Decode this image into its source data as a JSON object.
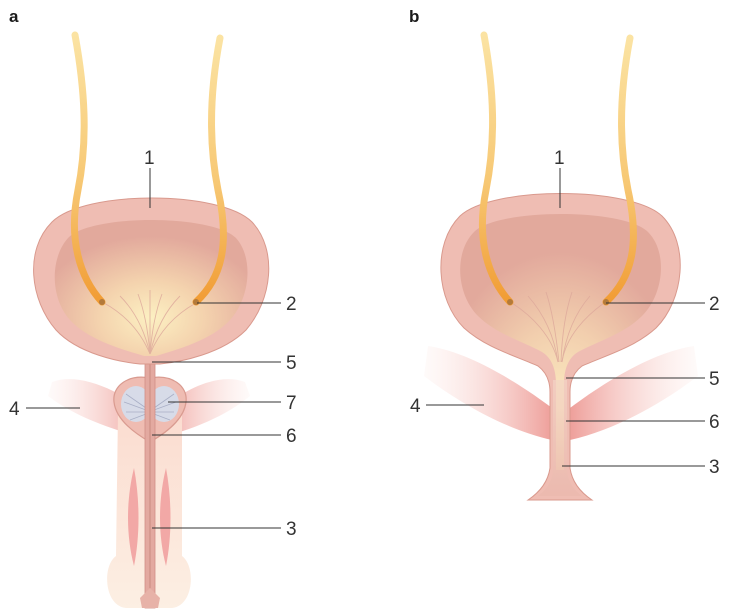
{
  "panels": [
    {
      "letter": "a",
      "labels": {
        "n1": "1",
        "n2": "2",
        "n3": "3",
        "n4": "4",
        "n5": "5",
        "n6": "6",
        "n7": "7"
      }
    },
    {
      "letter": "b",
      "labels": {
        "n1": "1",
        "n2": "2",
        "n3": "3",
        "n4": "4",
        "n5": "5",
        "n6": "6"
      }
    }
  ],
  "colors": {
    "bladder_wall": "#eebab0",
    "bladder_wall_edge": "#d7978b",
    "bladder_lumen": "#e3aa9c",
    "bladder_glow": "#f9e6b0",
    "ureter_top": "#f9dc92",
    "ureter_bottom": "#f2a23a",
    "muscle": "#f1b2ae",
    "tissue": "#fbe6d8",
    "urethra": "#e0a29b",
    "text": "#333333"
  }
}
